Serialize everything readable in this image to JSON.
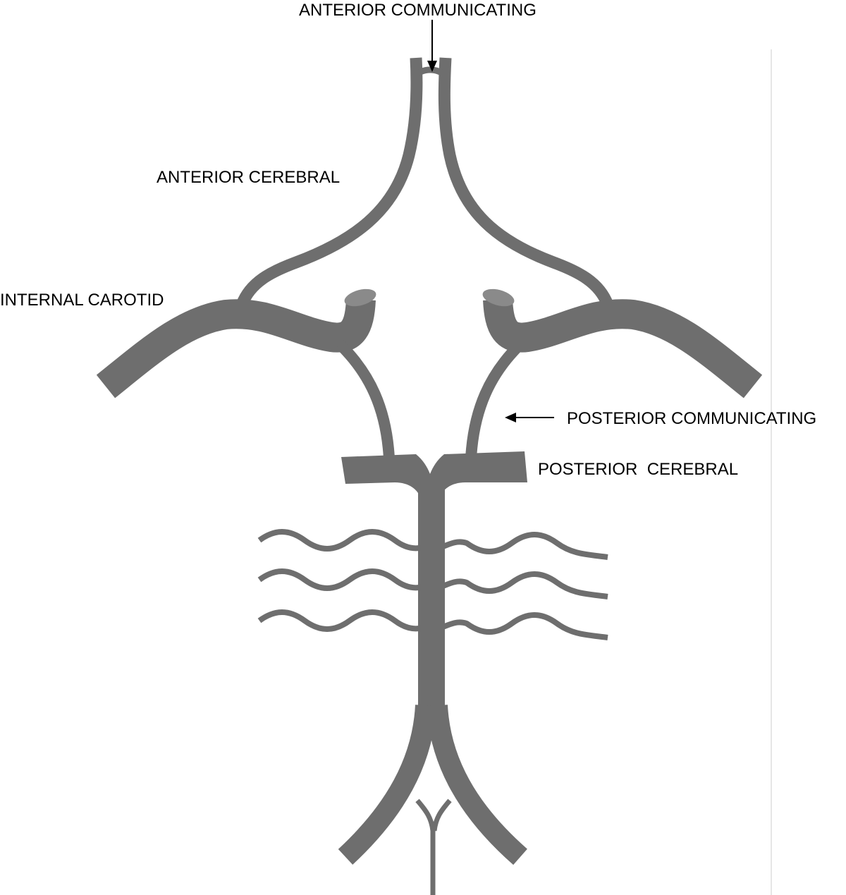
{
  "diagram": {
    "labels": {
      "anterior_communicating": "ANTERIOR COMMUNICATING",
      "anterior_cerebral": "ANTERIOR CEREBRAL",
      "internal_carotid": "INTERNAL CAROTID",
      "posterior_communicating": "POSTERIOR COMMUNICATING",
      "posterior_cerebral": "POSTERIOR  CEREBRAL"
    },
    "colors": {
      "vessel": "#6e6e6e",
      "vessel_highlight": "#8a8a8a",
      "text": "#000000",
      "background": "#ffffff"
    }
  }
}
